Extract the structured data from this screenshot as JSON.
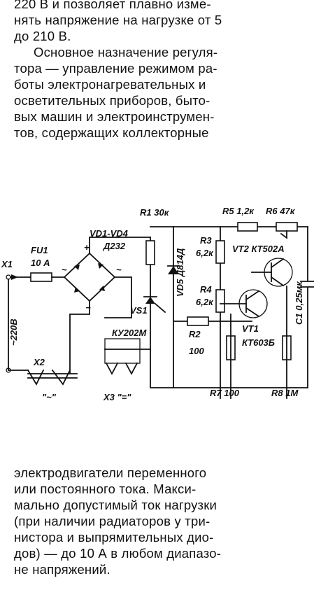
{
  "top_paragraph_lines": [
    "220 В и позволяет плавно изме-",
    "нять напряжение на нагрузке от 5",
    "до 210 В."
  ],
  "second_paragraph_lines": [
    "Основное назначение регуля-",
    "тора — управление режимом ра-",
    "боты электронагревательных и",
    "осветительных приборов, быто-",
    "вых машин и электроинструмен-",
    "тов, содержащих коллекторные"
  ],
  "bottom_paragraph_lines": [
    "электродвигатели переменного",
    "или постоянного тока. Макси-",
    "мально допустимый ток нагрузки",
    "(при наличии радиаторов у три-",
    "нистора и выпрямительных дио-",
    "дов) — до 10 А в любом диапазо-",
    "не напряжений."
  ],
  "schematic": {
    "labels": {
      "x1": "X1",
      "fu1": "FU1",
      "fu1_rating": "10 А",
      "input_voltage": "~220В",
      "x2": "X2",
      "x2_sign": "\"~\"",
      "x3": "X3 \"=\"",
      "diode_bridge": "VD1-VD4",
      "diode_bridge_type": "Д232",
      "plus": "+",
      "minus": "−",
      "tilde_left": "~",
      "tilde_right": "~",
      "r1": "R1 30к",
      "vd5": "VD5 Д814Д",
      "vs1": "VS1",
      "vs1_type": "КУ202М",
      "r3": "R3",
      "r3_value": "6,2к",
      "r4": "R4",
      "r4_value": "6,2к",
      "r2": "R2",
      "r2_value": "100",
      "r5": "R5 1,2к",
      "r6": "R6 47к",
      "vt2": "VT2 КТ502А",
      "vt1": "VT1",
      "vt1_type": "КТ603Б",
      "c1": "C1 0,25мк",
      "r7": "R7 100",
      "r8": "R8 1М"
    }
  }
}
